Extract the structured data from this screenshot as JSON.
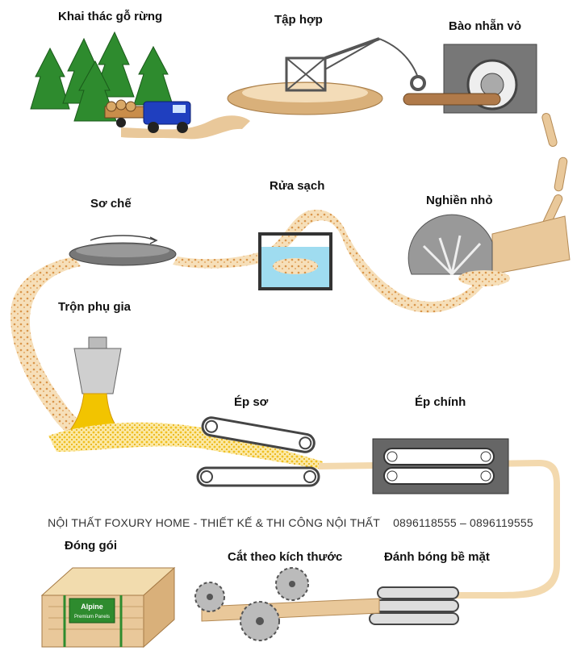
{
  "steps": {
    "harvest": "Khai thác gỗ rừng",
    "collect": "Tập hợp",
    "debark": "Bào nhẵn vỏ",
    "preprocess": "Sơ chế",
    "wash": "Rửa sạch",
    "grind": "Nghiền nhỏ",
    "mix": "Trộn phụ gia",
    "prepress": "Ép sơ",
    "mainpress": "Ép chính",
    "pack": "Đóng gói",
    "cut": "Cắt theo kích thước",
    "polish": "Đánh bóng bề mặt"
  },
  "banner": {
    "company": "NỘI THẤT FOXURY HOME - THIẾT KẾ & THI CÔNG NỘI THẤT",
    "phones": "0896118555 – 0896119555"
  },
  "package_label": {
    "brand": "Alpine",
    "sub": "Premium Panels"
  },
  "colors": {
    "wood": "#e8c79b",
    "sawdust": "#e0a35c",
    "tree": "#2e8b2e",
    "truck": "#1f3fbf",
    "machine": "#555555",
    "water": "#9fdcf0",
    "glue": "#f2c400"
  }
}
